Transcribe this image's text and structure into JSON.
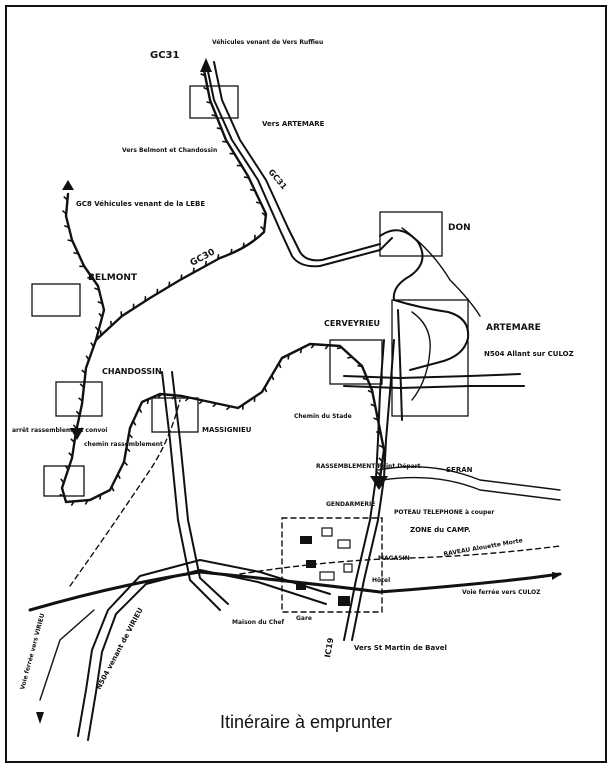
{
  "caption": "Itinéraire à emprunter",
  "labels": {
    "gc31_top": "GC31",
    "vehicules_ruffieu": "Véhicules venant de Vers Ruffieu",
    "vers_artemare": "Vers ARTEMARE",
    "vers_belmont_chandossin": "Vers Belmont et Chandossin",
    "gc31_road": "GC31",
    "gc8_lebe": "GC8 Véhicules venant de la LEBE",
    "gc30": "GC30",
    "belmont": "BELMONT",
    "don": "DON",
    "cerveyrieu": "CERVEYRIEU",
    "artemare": "ARTEMARE",
    "n504_culoz": "N504 Allant sur CULOZ",
    "chandossin": "CHANDOSSIN",
    "massignieu": "MASSIGNIEU",
    "chemin_stade": "Chemin du Stade",
    "rassemblement": "RASSEMBLEMENT Point Départ",
    "seran": "SERAN",
    "arret_rassemblement": "arrêt rassemblement convoi",
    "chemin_rassemblement": "chemin rassemblement",
    "gendarmerie": "GENDARMERIE",
    "poteau_telephone": "POTEAU TELEPHONE à couper",
    "zone_camp": "ZONE du CAMP.",
    "magasin": "MAGASIN",
    "ravin_alouette": "RAVEAU Alouette Morte",
    "hotel": "Hôtel",
    "voie_ferree_culoz": "Voie ferrée vers CULOZ",
    "maison_chef": "Maison du Chef",
    "gare": "Gare",
    "ic19": "IC19",
    "vers_st_martin": "Vers St Martin de Bavel",
    "voie_ferree_virieu": "Voie ferrée vers VIRIEU",
    "n504_virieu": "N504 venant de VIRIEU"
  }
}
